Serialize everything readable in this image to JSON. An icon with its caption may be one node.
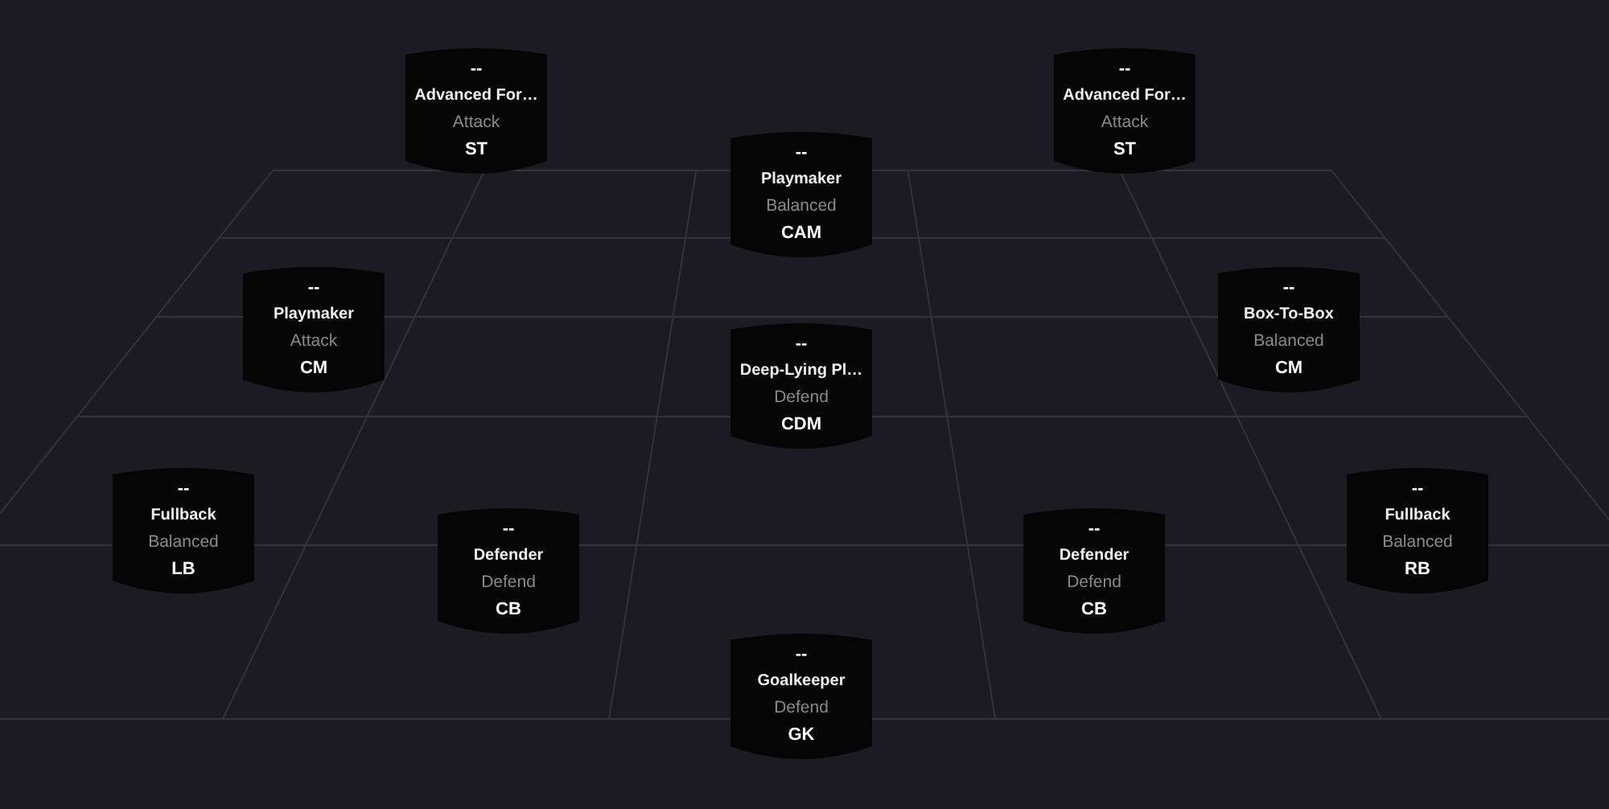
{
  "diagram": {
    "nodes": [
      {
        "text": [
          "--",
          "Advanced For…",
          "Attack",
          "ST"
        ]
      },
      {
        "text": [
          "--",
          "Advanced For…",
          "Attack",
          "ST"
        ]
      },
      {
        "text": [
          "--",
          "Playmaker",
          "Balanced",
          "CAM"
        ]
      },
      {
        "text": [
          "--",
          "Playmaker",
          "Attack",
          "CM"
        ]
      },
      {
        "text": [
          "--",
          "Box-To-Box",
          "Balanced",
          "CM"
        ]
      },
      {
        "text": [
          "--",
          "Deep-Lying Pl…",
          "Defend",
          "CDM"
        ]
      },
      {
        "text": [
          "--",
          "Fullback",
          "Balanced",
          "LB"
        ]
      },
      {
        "text": [
          "--",
          "Fullback",
          "Balanced",
          "RB"
        ]
      },
      {
        "text": [
          "--",
          "Defender",
          "Defend",
          "CB"
        ]
      },
      {
        "text": [
          "--",
          "Defender",
          "Defend",
          "CB"
        ]
      },
      {
        "text": [
          "--",
          "Goalkeeper",
          "Defend",
          "GK"
        ]
      }
    ]
  }
}
